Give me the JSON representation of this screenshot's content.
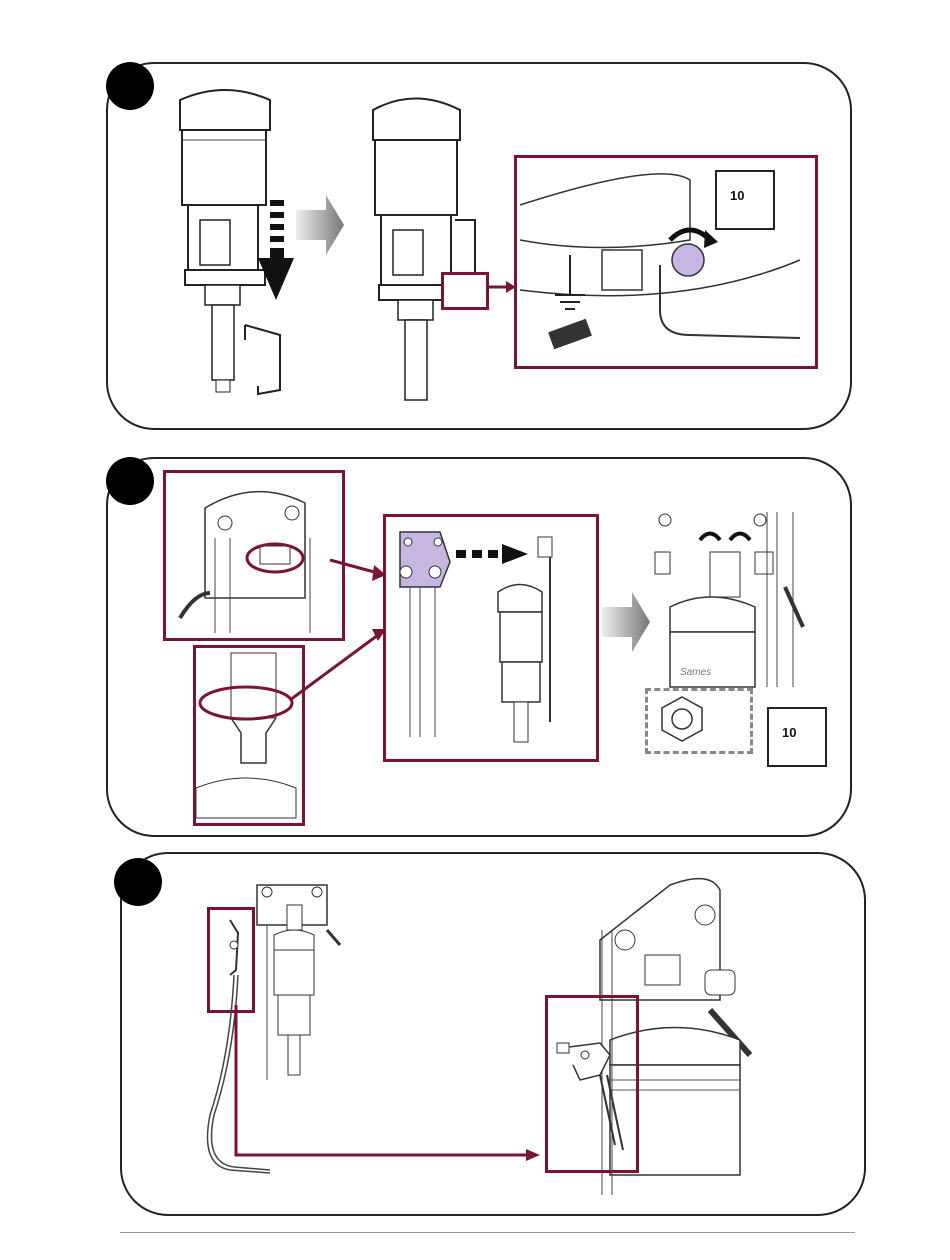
{
  "step1": {
    "wrench_size": "10"
  },
  "step2": {
    "wrench_size": "10",
    "brand_text": "Sames"
  },
  "colors": {
    "frame": "#7a1436",
    "dot": "#000000",
    "highlight": "#c8b6e2"
  }
}
